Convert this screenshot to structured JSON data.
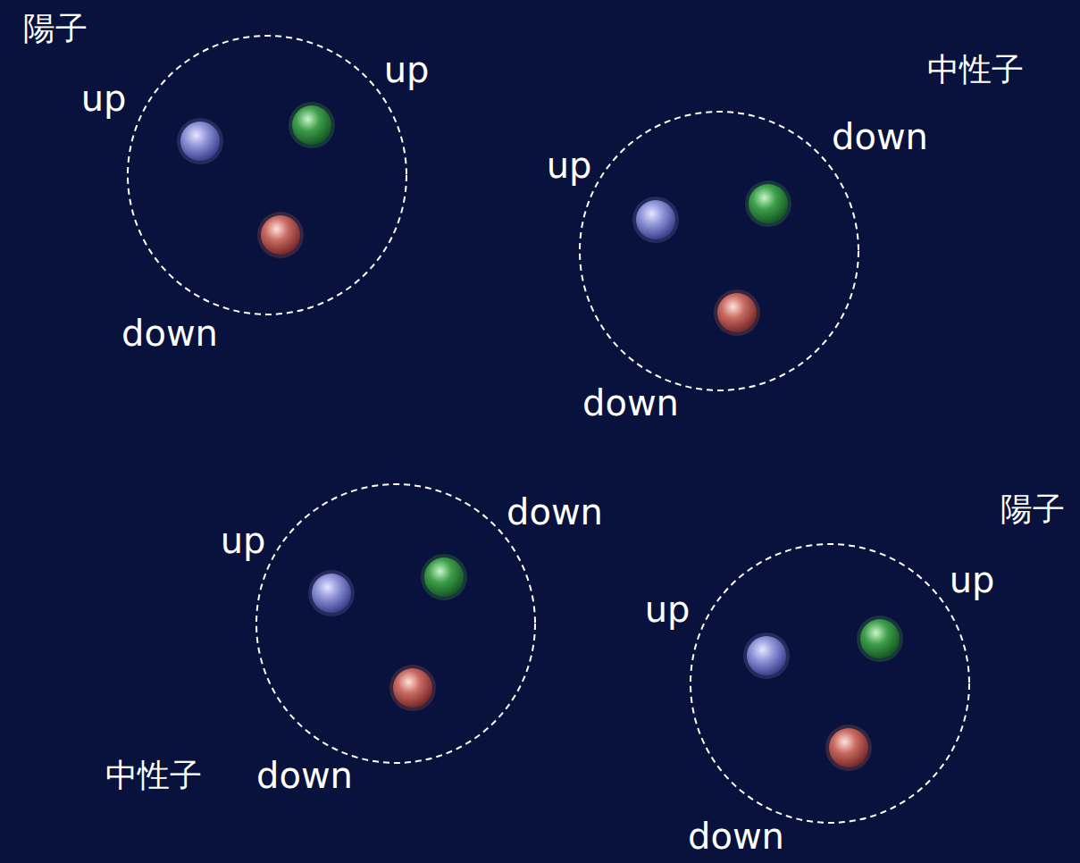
{
  "diagram": {
    "nodes": [
      {
        "text": [
          "陽子",
          "up",
          "up",
          "down"
        ]
      },
      {
        "text": [
          "中性子",
          "down",
          "up",
          "down"
        ]
      },
      {
        "text": [
          "down",
          "up",
          "中性子",
          "down"
        ]
      },
      {
        "text": [
          "陽子",
          "up",
          "up",
          "down"
        ]
      }
    ]
  }
}
